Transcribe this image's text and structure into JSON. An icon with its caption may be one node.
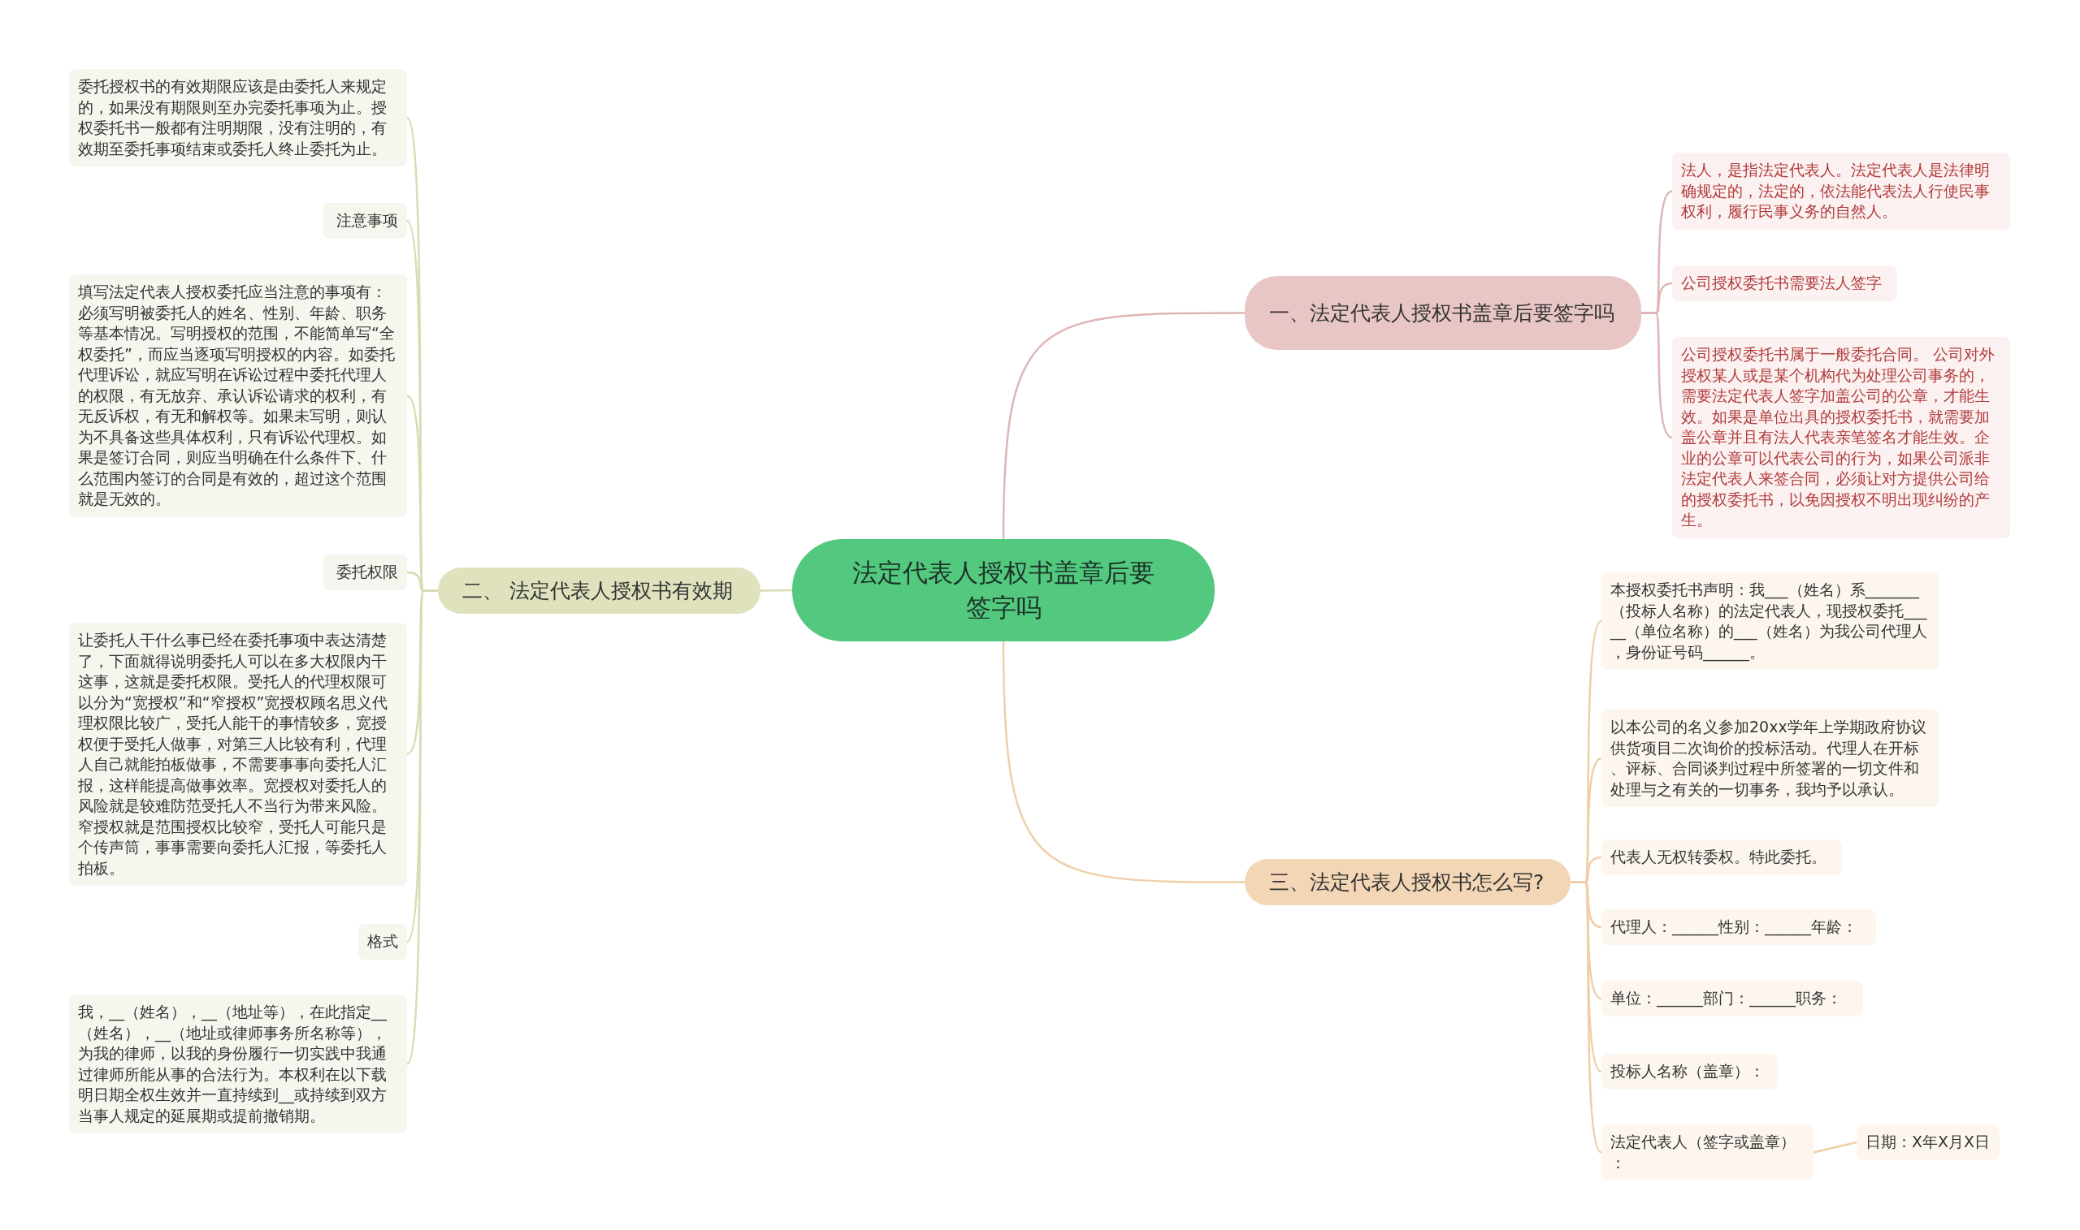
{
  "diagram": {
    "nodes": [
      {
        "text": [
          "法定代表人授权书盖章后要签字吗"
        ]
      },
      {
        "text": [
          "一、法定代表人授权书盖章后要签字吗"
        ]
      },
      {
        "text": [
          "法人，是指法定代表人。法定代表人是法律明确规定的，法定的，依法能代表法人行使民事权利，履行民事义务的自然人。"
        ]
      },
      {
        "text": [
          "公司授权委托书需要法人签字"
        ]
      },
      {
        "text": [
          "公司授权委托书属于一般委托合同。 公司对外授权某人或是某个机构代为处理公司事务的，需要法定代表人签字加盖公司的公章，才能生效。如果是单位出具的授权委托书，就需要加盖公章并且有法人代表亲笔签名才能生效。企业的公章可以代表公司的行为，如果公司派非法定代表人来签合同，必须让对方提供公司给的授权委托书，以免因授权不明出现纠纷的产生。"
        ]
      },
      {
        "text": [
          "二、 法定代表人授权书有效期"
        ]
      },
      {
        "text": [
          "委托授权书的有效期限应该是由委托人来规定的，如果没有期限则至办完委托事项为止。授权委托书一般都有注明期限，没有注明的，有效期至委托事项结束或委托人终止委托为止。"
        ]
      },
      {
        "text": [
          "注意事项"
        ]
      },
      {
        "text": [
          "填写法定代表人授权委托应当注意的事项有：必须写明被委托人的姓名、性别、年龄、职务等基本情况。写明授权的范围，不能简单写“全权委托”，而应当逐项写明授权的内容。如委托代理诉讼，就应写明在诉讼过程中委托代理人的权限，有无放弃、承认诉讼请求的权利，有无反诉权，有无和解权等。如果未写明，则认为不具备这些具体权利，只有诉讼代理权。如果是签订合同，则应当明确在什么条件下、什么范围内签订的合同是有效的，超过这个范围就是无效的。"
        ]
      },
      {
        "text": [
          "委托权限"
        ]
      },
      {
        "text": [
          "让委托人干什么事已经在委托事项中表达清楚了，下面就得说明委托人可以在多大权限内干这事，这就是委托权限。受托人的代理权限可以分为“宽授权”和“窄授权”宽授权顾名思义代理权限比较广，受托人能干的事情较多，宽授权便于受托人做事，对第三人比较有利，代理人自己就能拍板做事，不需要事事向委托人汇报，这样能提高做事效率。宽授权对委托人的风险就是较难防范受托人不当行为带来风险。窄授权就是范围授权比较窄，受托人可能只是个传声筒，事事需要向委托人汇报，等委托人拍板。"
        ]
      },
      {
        "text": [
          "格式"
        ]
      },
      {
        "text": [
          "我，__（姓名），__（地址等），在此指定__（姓名），__（地址或律师事务所名称等），为我的律师，以我的身份履行一切实践中我通过律师所能从事的合法行为。本权利在以下载明日期全权生效并一直持续到__或持续到双方当事人规定的延展期或提前撤销期。"
        ]
      },
      {
        "text": [
          "三、法定代表人授权书怎么写?"
        ]
      },
      {
        "text": [
          "本授权委托书声明：我___（姓名）系_______（投标人名称）的法定代表人，现授权委托_____（单位名称）的___（姓名）为我公司代理人，身份证号码______。"
        ]
      },
      {
        "text": [
          "以本公司的名义参加20xx学年上学期政府协议供货项目二次询价的投标活动。代理人在开标、评标、合同谈判过程中所签署的一切文件和处理与之有关的一切事务，我均予以承认。"
        ]
      },
      {
        "text": [
          "代表人无权转委权。特此委托。"
        ]
      },
      {
        "text": [
          "代理人：______性别：______年龄："
        ]
      },
      {
        "text": [
          "单位：______部门：______职务："
        ]
      },
      {
        "text": [
          "投标人名称（盖章）："
        ]
      },
      {
        "text": [
          "法定代表人（签字或盖章）："
        ]
      },
      {
        "text": [
          "日期：X年X月X日"
        ]
      }
    ],
    "edges": [
      {
        "from": 0,
        "to": 1,
        "arrow": "none",
        "color": "#dfb5b5"
      },
      {
        "from": 1,
        "to": 2,
        "arrow": "none",
        "color": "#dfb5b5"
      },
      {
        "from": 1,
        "to": 3,
        "arrow": "none",
        "color": "#dfb5b5"
      },
      {
        "from": 1,
        "to": 4,
        "arrow": "none",
        "color": "#dfb5b5"
      },
      {
        "from": 0,
        "to": 5,
        "arrow": "none",
        "color": "#d8dcb2"
      },
      {
        "from": 5,
        "to": 6,
        "arrow": "none",
        "color": "#d8dcb2"
      },
      {
        "from": 5,
        "to": 7,
        "arrow": "none",
        "color": "#d8dcb2"
      },
      {
        "from": 5,
        "to": 8,
        "arrow": "none",
        "color": "#d8dcb2"
      },
      {
        "from": 5,
        "to": 9,
        "arrow": "none",
        "color": "#d8dcb2"
      },
      {
        "from": 5,
        "to": 10,
        "arrow": "none",
        "color": "#d8dcb2"
      },
      {
        "from": 5,
        "to": 11,
        "arrow": "none",
        "color": "#d8dcb2"
      },
      {
        "from": 5,
        "to": 12,
        "arrow": "none",
        "color": "#d8dcb2"
      },
      {
        "from": 0,
        "to": 13,
        "arrow": "none"
      },
      {
        "from": 13,
        "to": 14,
        "arrow": "none"
      },
      {
        "from": 13,
        "to": 15,
        "arrow": "none"
      },
      {
        "from": 13,
        "to": 16,
        "arrow": "none"
      },
      {
        "from": 13,
        "to": 17,
        "arrow": "none"
      },
      {
        "from": 13,
        "to": 18,
        "arrow": "none"
      },
      {
        "from": 13,
        "to": 19,
        "arrow": "none"
      },
      {
        "from": 13,
        "to": 20,
        "arrow": "none"
      },
      {
        "from": 20,
        "to": 21,
        "arrow": "none"
      }
    ]
  }
}
